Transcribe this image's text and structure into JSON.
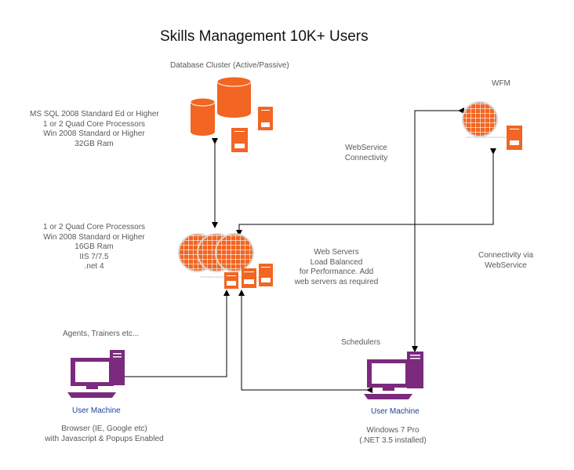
{
  "title": "Skills Management 10K+ Users",
  "database": {
    "label": "Database Cluster (Active/Passive)",
    "specs": [
      "MS SQL 2008 Standard Ed or Higher",
      "1 or 2 Quad Core Processors",
      "Win 2008 Standard or Higher",
      "32GB Ram"
    ]
  },
  "webservers": {
    "specs": [
      "1 or 2 Quad Core Processors",
      "Win 2008 Standard or Higher",
      "16GB Ram",
      "IIS 7/7.5",
      ".net 4"
    ],
    "description": [
      "Web Servers",
      "Load Balanced",
      "for Performance. Add",
      "web servers as required"
    ]
  },
  "wfm": {
    "label": "WFM"
  },
  "webservice_connectivity": [
    "WebService",
    "Connectivity"
  ],
  "connectivity_via": [
    "Connectivity via",
    "WebService"
  ],
  "agents": {
    "label": "Agents, Trainers etc...",
    "machine_label": "User Machine",
    "notes": [
      "Browser (IE, Google etc)",
      "with Javascript & Popups Enabled"
    ]
  },
  "schedulers": {
    "label": "Schedulers",
    "machine_label": "User Machine",
    "notes": [
      "Windows 7 Pro",
      "(.NET 3.5 installed)"
    ]
  },
  "colors": {
    "orange": "#f26522",
    "purple": "#7b2a7d",
    "text": "#595959",
    "machine_label": "#1f3f9a"
  },
  "icons": [
    "database-cylinder-icon",
    "server-box-icon",
    "globe-icon",
    "computer-icon"
  ]
}
